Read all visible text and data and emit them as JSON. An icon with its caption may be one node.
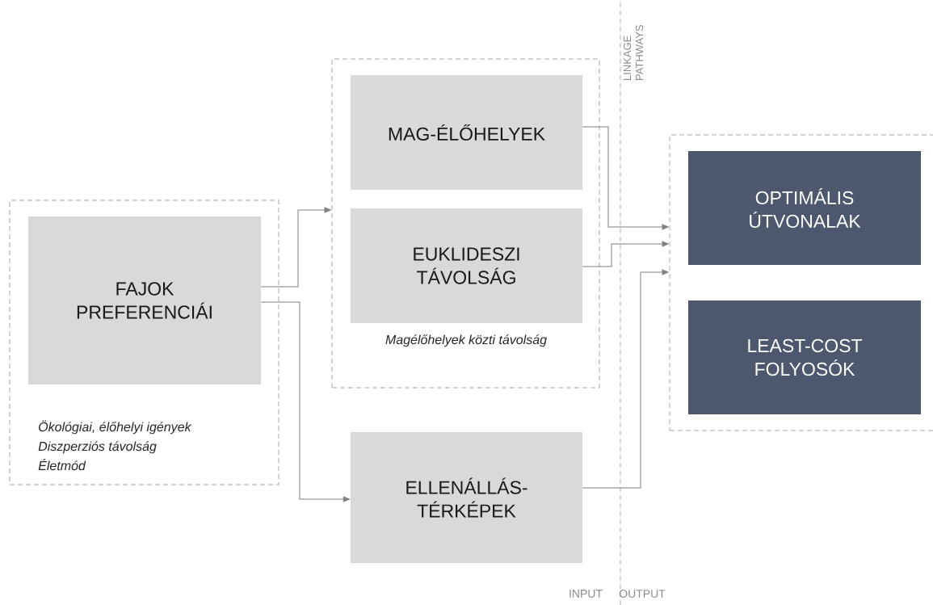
{
  "diagram": {
    "nodes": [
      {
        "text": [
          "Ökológiai, élőhelyi igények",
          "Diszperziós távolság",
          "Életmód"
        ]
      },
      {
        "text": [
          "FAJOK PREFERENCIÁI"
        ],
        "in": 0
      },
      {
        "text": [
          "Magélőhelyek közti távolság"
        ]
      },
      {
        "text": [
          "MAG-ÉLŐHELYEK"
        ],
        "in": 2
      },
      {
        "text": [
          "EUKLIDESZI TÁVOLSÁG"
        ],
        "in": 2
      },
      {
        "text": [
          "ELLENÁLLÁS-TÉRKÉPEK"
        ]
      },
      {
        "text": [],
        "shape": "box"
      },
      {
        "text": [
          "OPTIMÁLIS ÚTVONALAK"
        ],
        "in": 6
      },
      {
        "text": [
          "LEAST-COST FOLYOSÓK"
        ],
        "in": 6
      }
    ],
    "edges": [
      {
        "from": 1,
        "to": 2,
        "arrow": "to"
      },
      {
        "from": 1,
        "to": 5,
        "arrow": "to"
      },
      {
        "from": 3,
        "to": 6,
        "arrow": "to"
      },
      {
        "from": 4,
        "to": 6,
        "arrow": "to"
      },
      {
        "from": 5,
        "to": 6,
        "arrow": "to"
      }
    ],
    "labels": [
      "LINKAGE PATHWAYS",
      "INPUT",
      "OUTPUT"
    ]
  }
}
